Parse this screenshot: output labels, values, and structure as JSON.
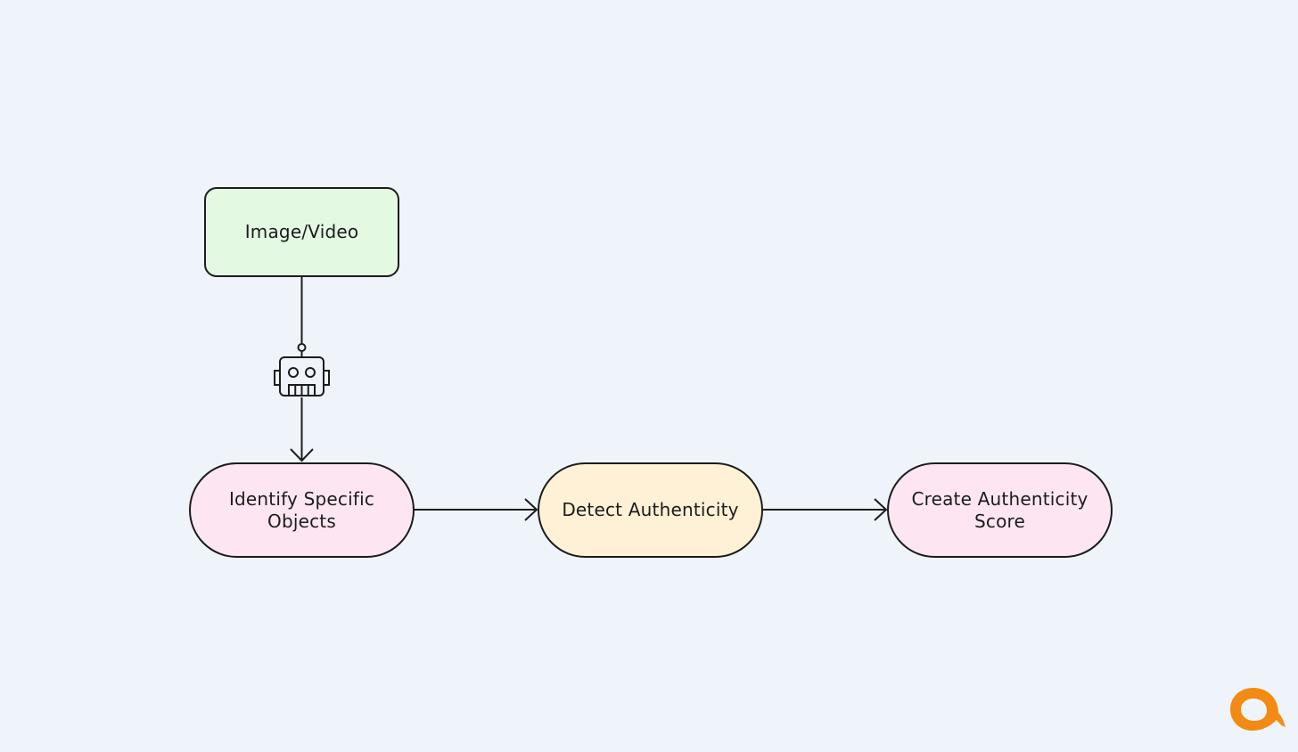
{
  "diagram": {
    "nodes": {
      "source": {
        "label": "Image/Video",
        "fill": "#e3f9e2",
        "shape": "rounded-rectangle"
      },
      "identify": {
        "label": "Identify Specific Objects",
        "fill": "#fde6f2",
        "shape": "pill"
      },
      "detect": {
        "label": "Detect Authenticity",
        "fill": "#fff1d6",
        "shape": "pill"
      },
      "score": {
        "label": "Create Authenticity Score",
        "fill": "#fde6f2",
        "shape": "pill"
      }
    },
    "edges": [
      {
        "from": "source",
        "to": "identify",
        "icon": "robot-icon"
      },
      {
        "from": "identify",
        "to": "detect"
      },
      {
        "from": "detect",
        "to": "score"
      }
    ]
  },
  "colors": {
    "background": "#eff4fb",
    "stroke": "#1c1c1c",
    "logo_accent": "#f28a14"
  },
  "logo": {
    "icon": "brand-logo-icon"
  }
}
